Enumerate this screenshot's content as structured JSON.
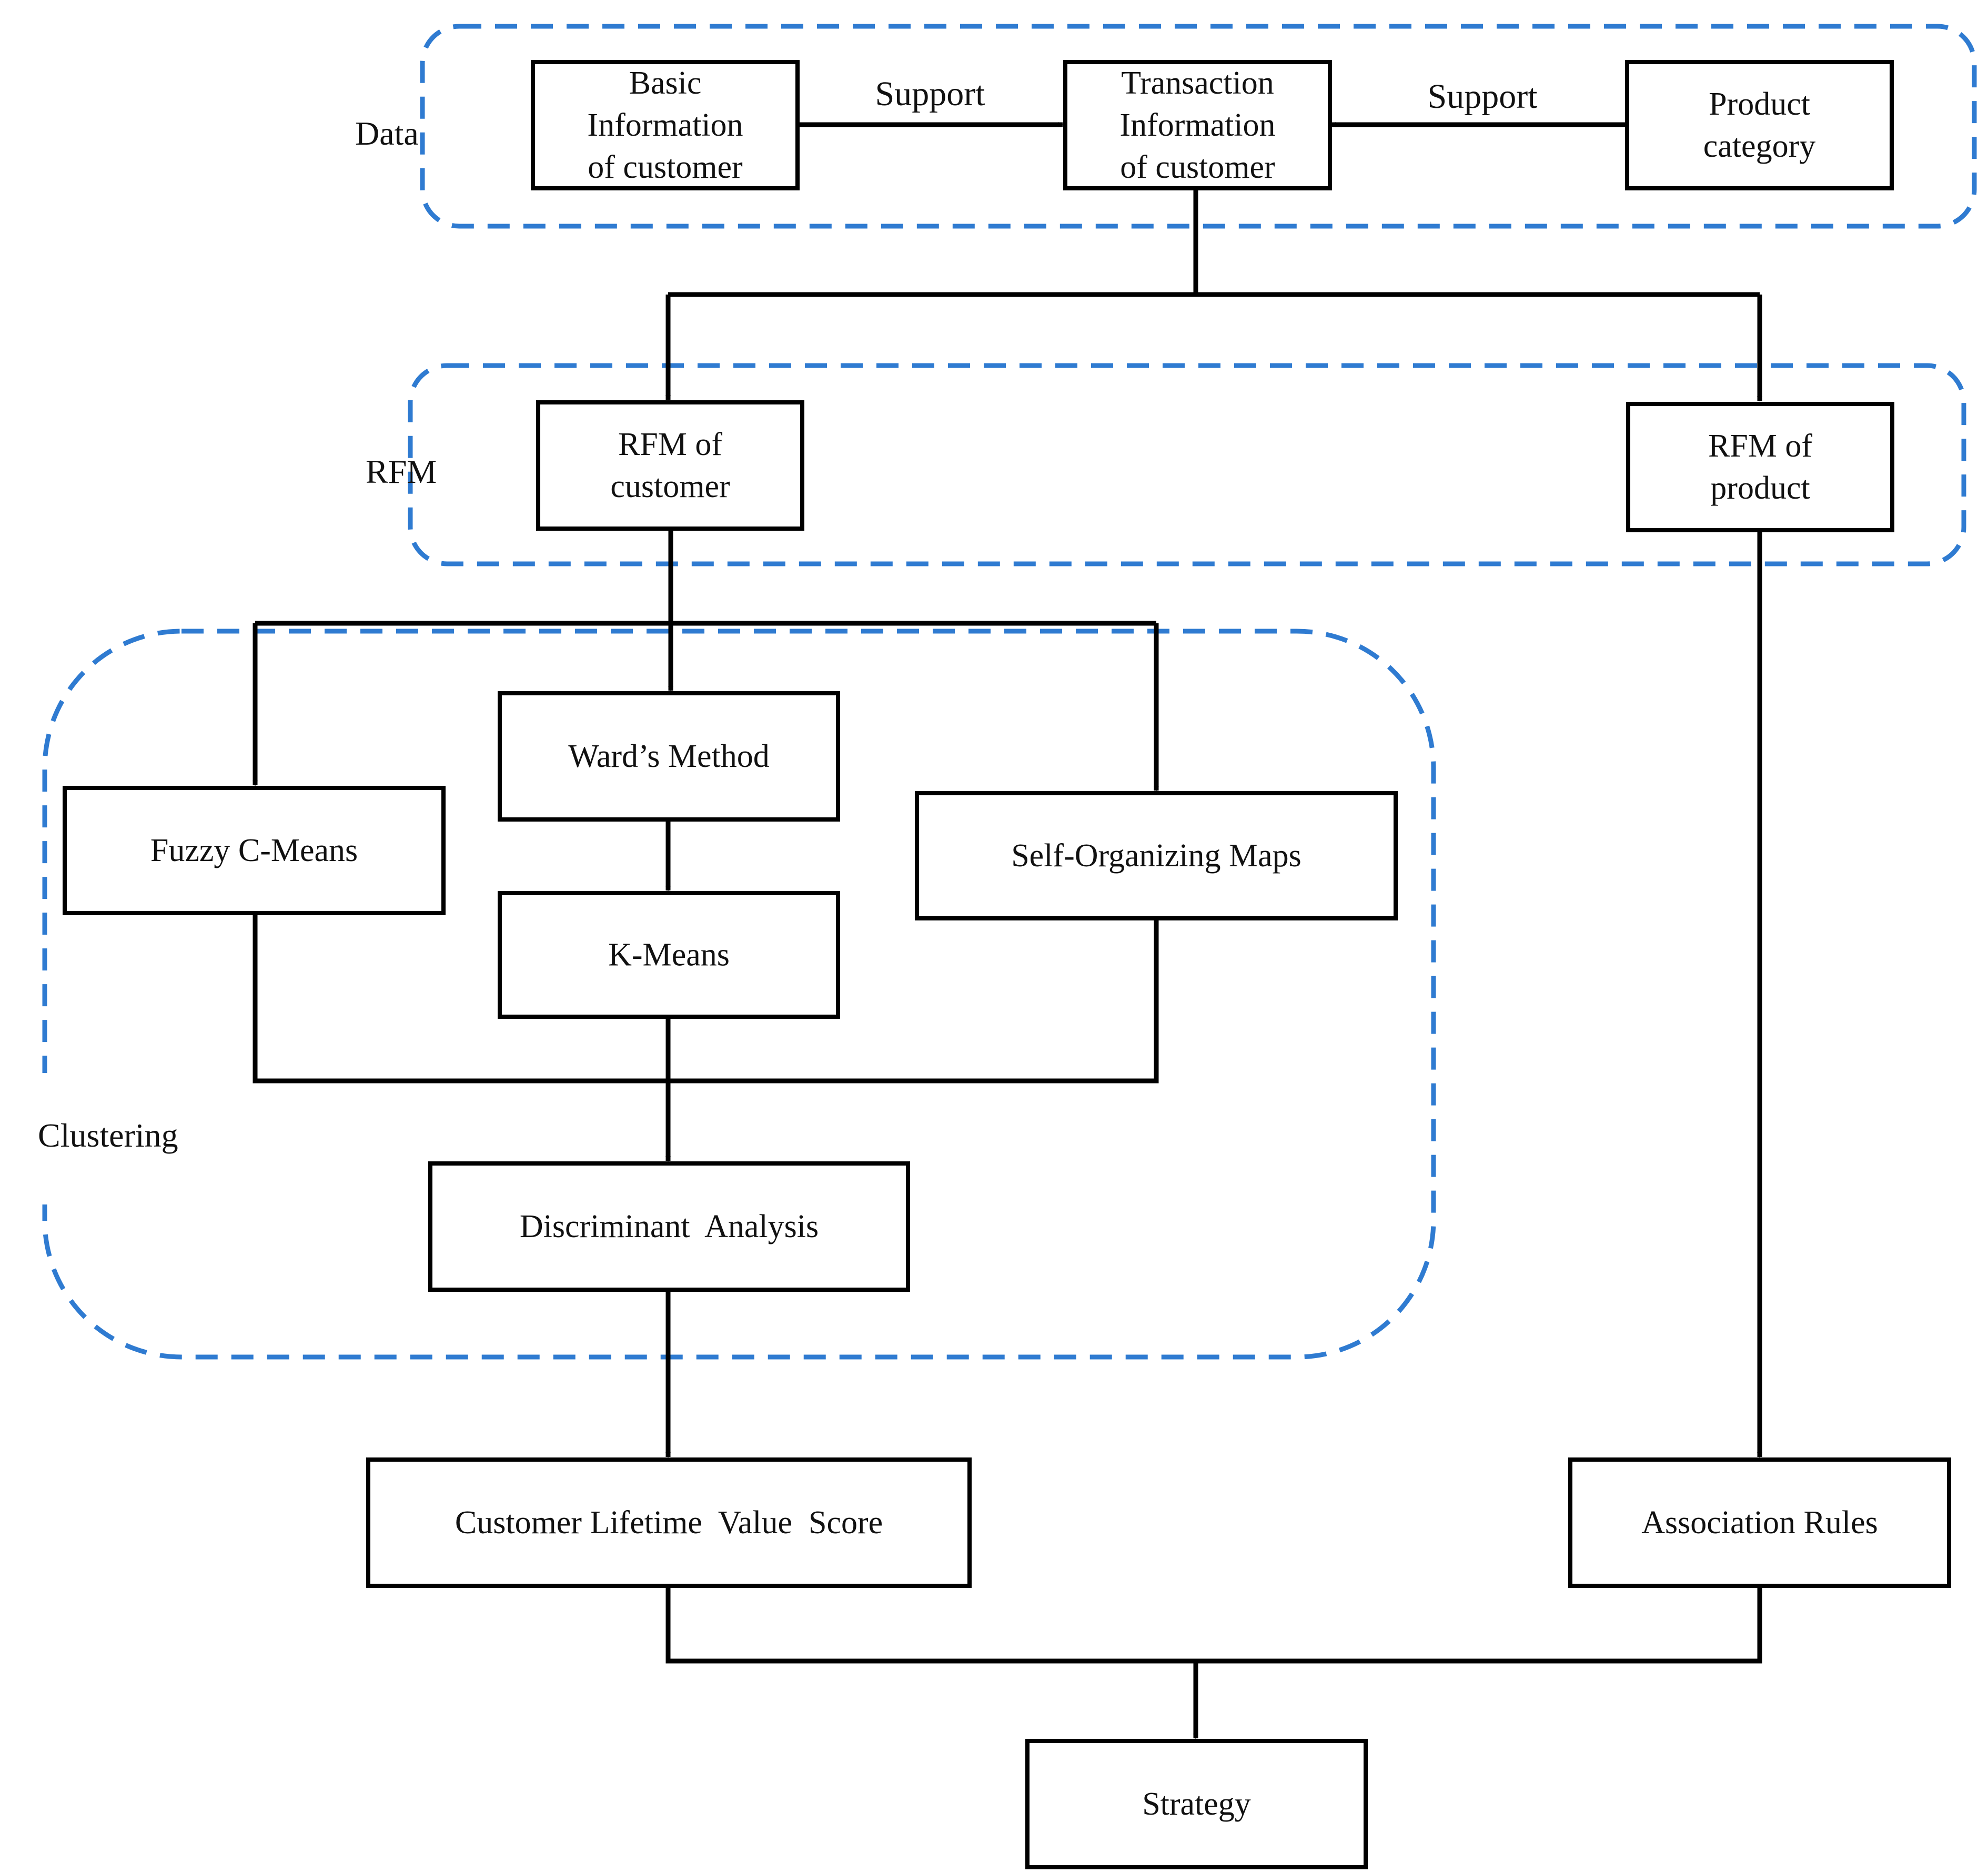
{
  "colors": {
    "group_border": "#2f7bd1",
    "box_border": "#000000",
    "text": "#111111",
    "background": "#ffffff"
  },
  "groups": {
    "data": {
      "label": "Data"
    },
    "rfm": {
      "label": "RFM"
    },
    "clustering": {
      "label": "Clustering"
    }
  },
  "edge_labels": {
    "basic_to_transaction": "Support",
    "category_to_transaction": "Support"
  },
  "nodes": {
    "basic_info": {
      "lines": [
        "Basic",
        "Information",
        "of customer"
      ]
    },
    "transaction_info": {
      "lines": [
        "Transaction",
        "Information",
        "of customer"
      ]
    },
    "product_category": {
      "lines": [
        "Product",
        "category"
      ]
    },
    "rfm_customer": {
      "lines": [
        "RFM of",
        "customer"
      ]
    },
    "rfm_product": {
      "lines": [
        "RFM of",
        "product"
      ]
    },
    "fuzzy_cmeans": {
      "lines": [
        "Fuzzy C-Means"
      ]
    },
    "wards_method": {
      "lines": [
        "Ward’s Method"
      ]
    },
    "kmeans": {
      "lines": [
        "K-Means"
      ]
    },
    "som": {
      "lines": [
        "Self-Organizing Maps"
      ]
    },
    "discriminant": {
      "lines": [
        "Discriminant  Analysis"
      ]
    },
    "clv_score": {
      "lines": [
        "Customer Lifetime  Value  Score"
      ]
    },
    "association_rules": {
      "lines": [
        "Association Rules"
      ]
    },
    "strategy": {
      "lines": [
        "Strategy"
      ]
    }
  }
}
